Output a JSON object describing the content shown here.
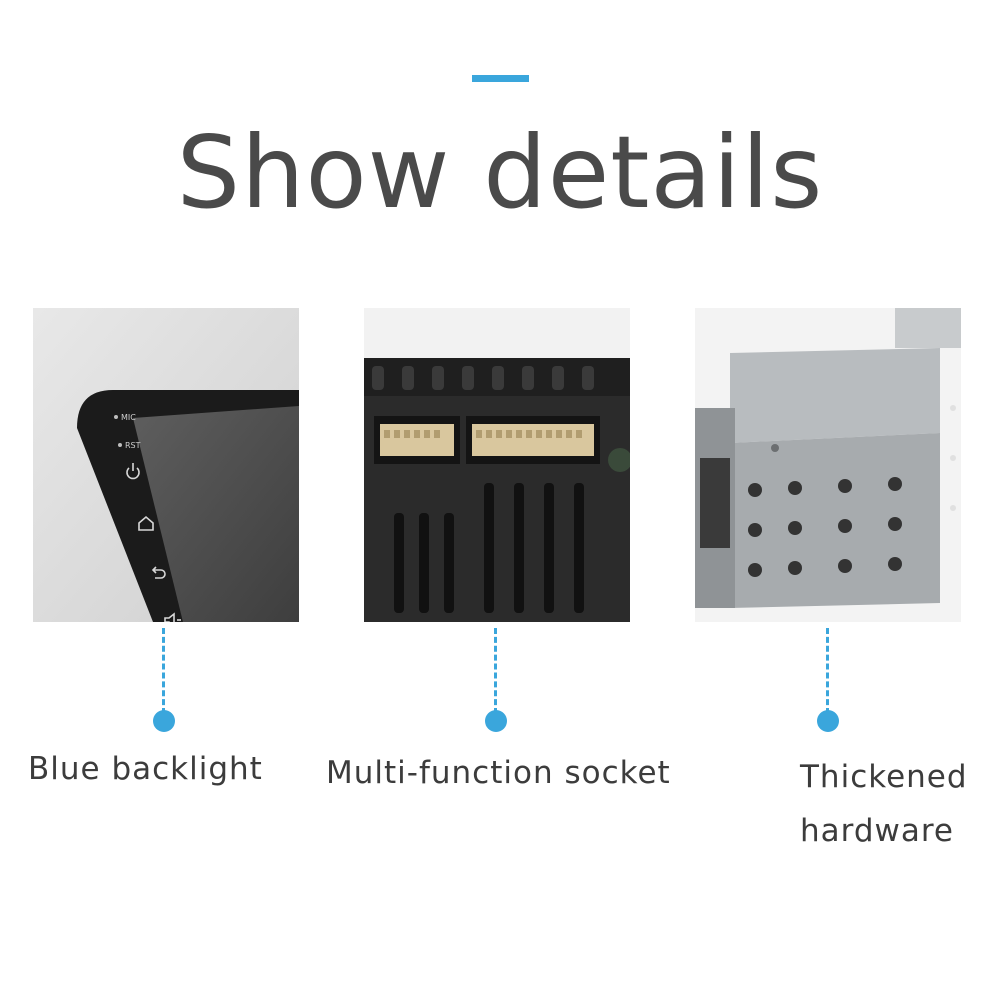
{
  "header": {
    "title": "Show details",
    "accent_color": "#3aa6dc"
  },
  "features": [
    {
      "label": "Blue backlight",
      "image": {
        "mic_label": "MIC",
        "rst_label": "RST",
        "icons": [
          "power-icon",
          "home-icon",
          "back-icon",
          "volume-up-icon"
        ]
      }
    },
    {
      "label": "Multi-function socket",
      "image": {
        "subject": "connector-socket"
      }
    },
    {
      "label": "Thickened",
      "label_line2": "hardware",
      "image": {
        "subject": "metal-chassis"
      }
    }
  ],
  "colors": {
    "text": "#4a4a4a",
    "accent": "#3aa6dc"
  }
}
